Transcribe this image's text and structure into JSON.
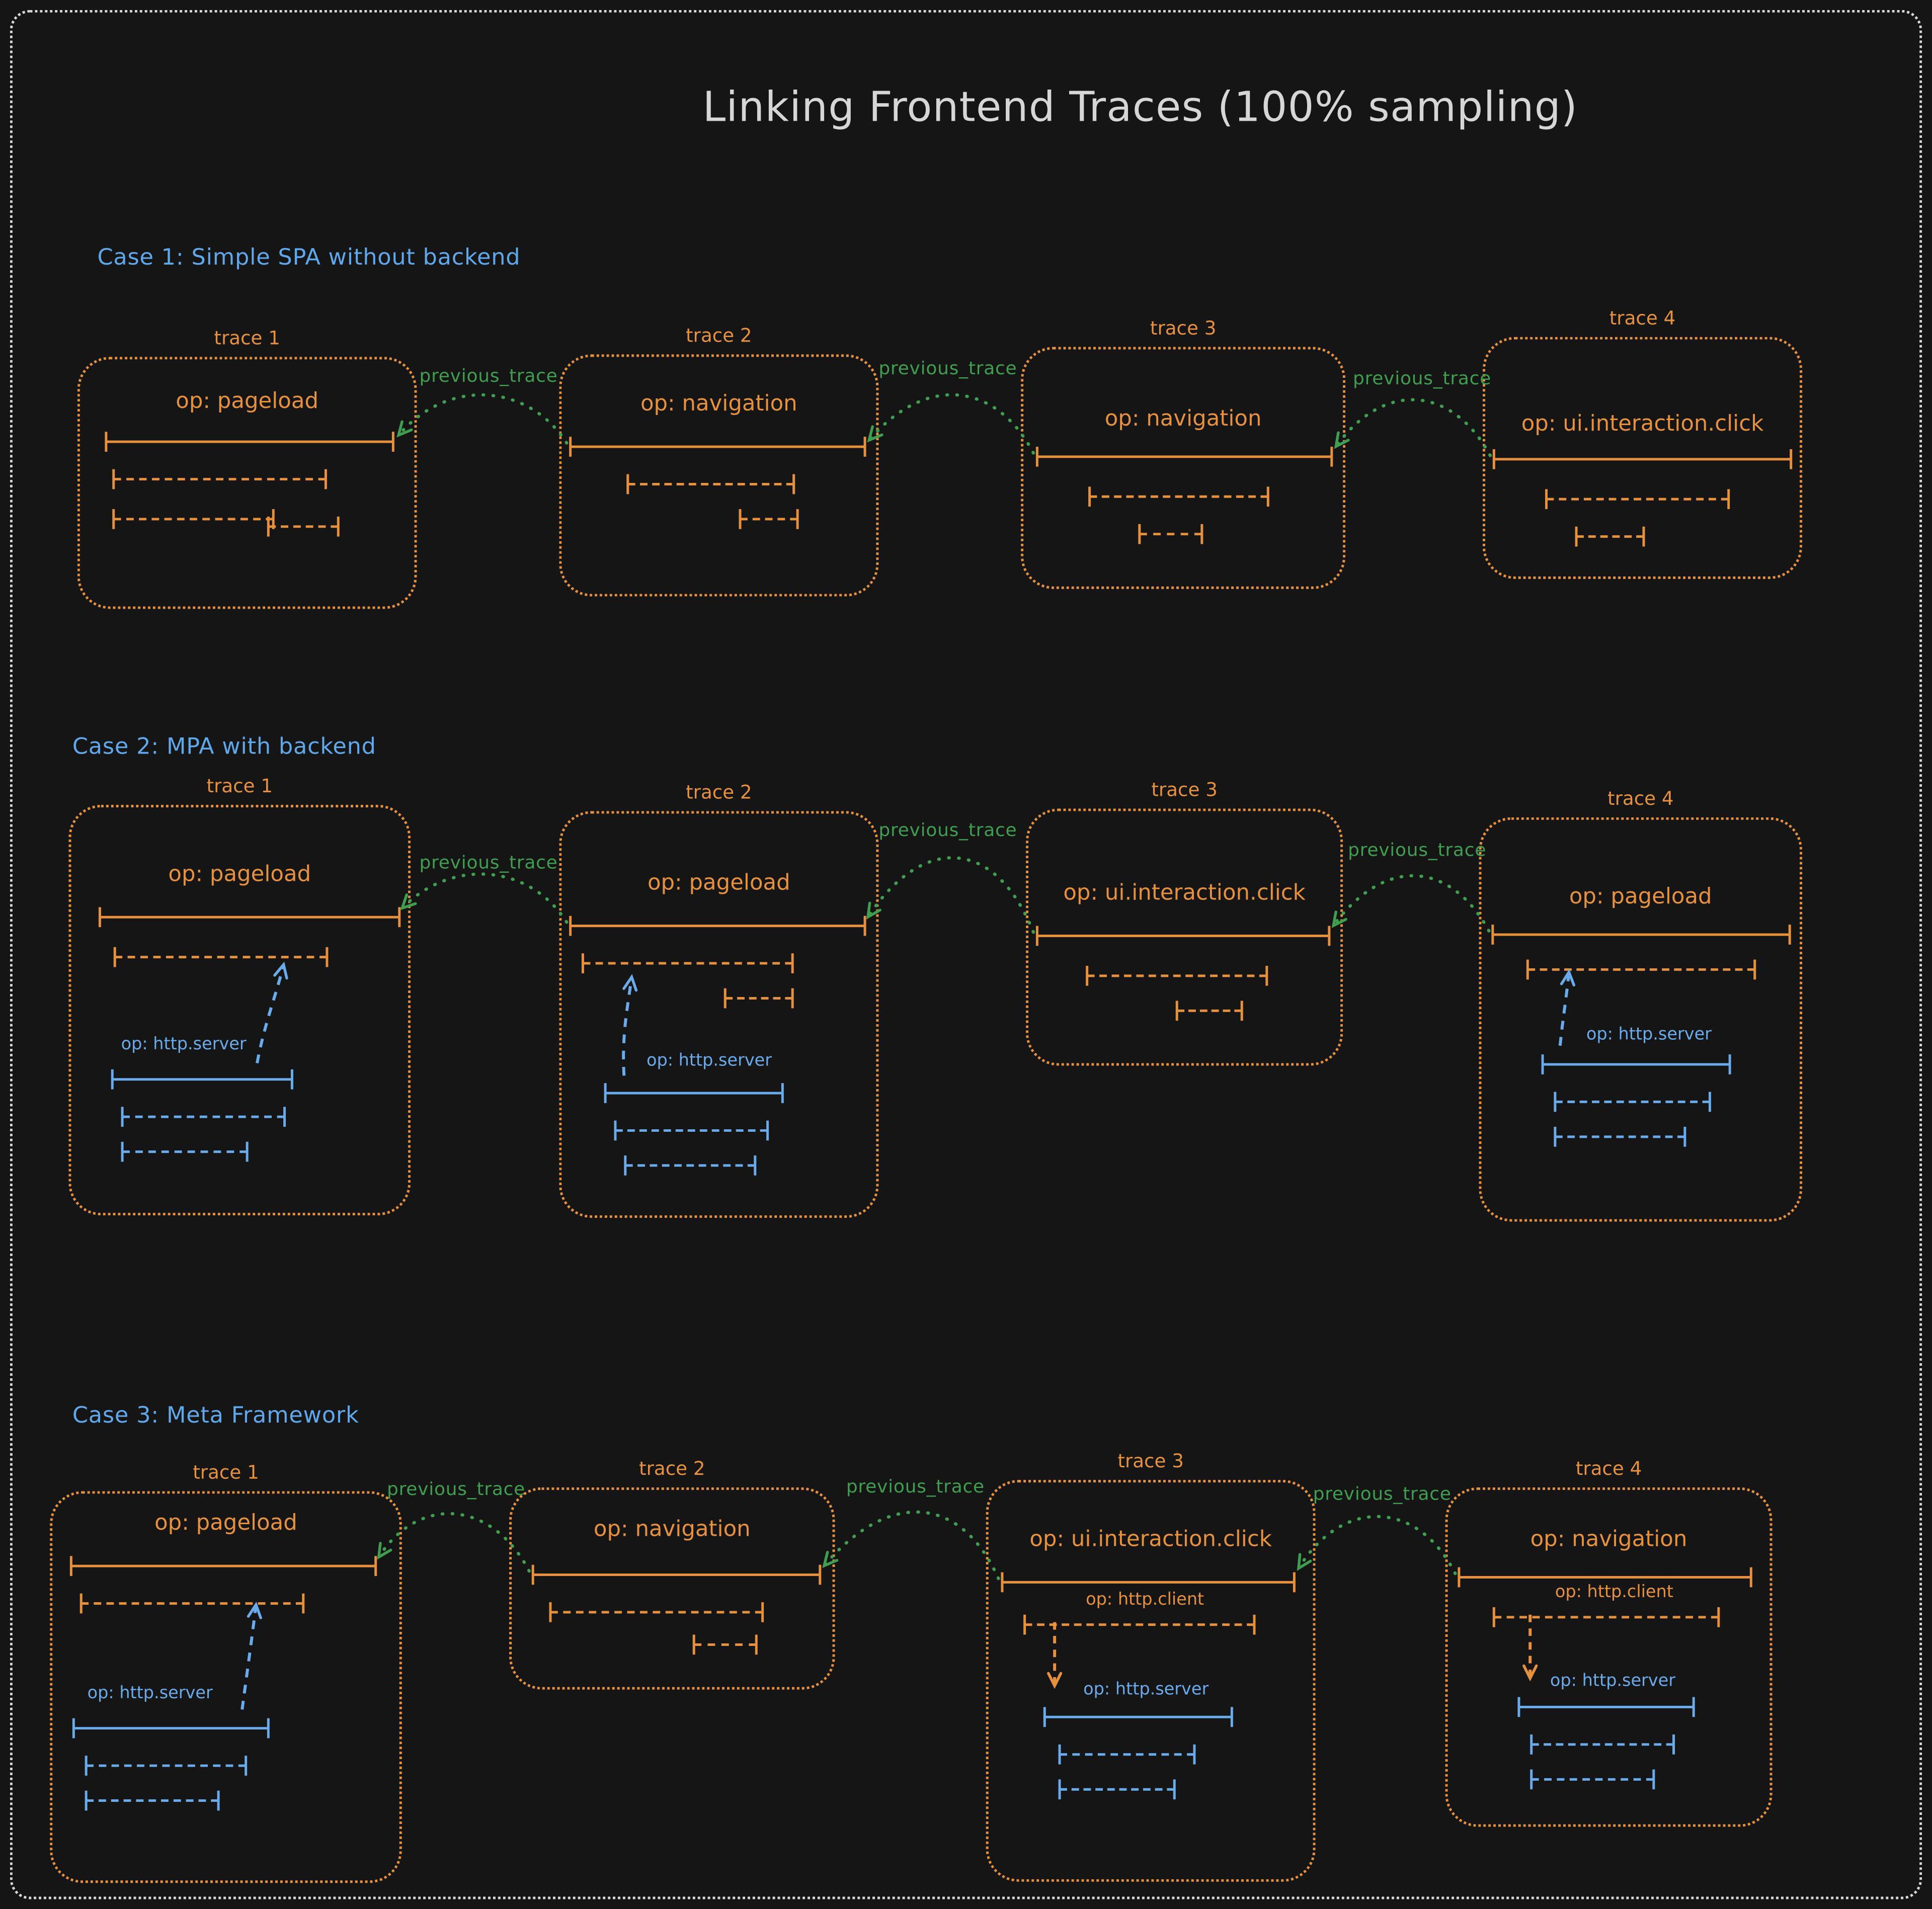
{
  "title": "Linking Frontend Traces (100% sampling)",
  "link_label": "previous_trace",
  "colors": {
    "background": "#151515",
    "frame_border": "#d9d9d9",
    "trace_orange": "#e8913d",
    "backend_blue": "#6aabec",
    "link_green": "#3f9e4f",
    "case_label_blue": "#5fa8ec",
    "title_gray": "#d6d6d6"
  },
  "cases": [
    {
      "label": "Case 1: Simple SPA without backend",
      "traces": [
        {
          "name": "trace 1",
          "op": "op: pageload"
        },
        {
          "name": "trace 2",
          "op": "op: navigation"
        },
        {
          "name": "trace 3",
          "op": "op: navigation"
        },
        {
          "name": "trace 4",
          "op": "op: ui.interaction.click"
        }
      ]
    },
    {
      "label": "Case 2: MPA with backend",
      "traces": [
        {
          "name": "trace 1",
          "op": "op: pageload",
          "backend_op": "op: http.server"
        },
        {
          "name": "trace 2",
          "op": "op: pageload",
          "backend_op": "op: http.server"
        },
        {
          "name": "trace 3",
          "op": "op: ui.interaction.click"
        },
        {
          "name": "trace 4",
          "op": "op: pageload",
          "backend_op": "op: http.server"
        }
      ]
    },
    {
      "label": "Case 3: Meta Framework",
      "traces": [
        {
          "name": "trace 1",
          "op": "op: pageload",
          "backend_op": "op: http.server"
        },
        {
          "name": "trace 2",
          "op": "op: navigation"
        },
        {
          "name": "trace 3",
          "op": "op: ui.interaction.click",
          "client_op": "op: http.client",
          "backend_op": "op: http.server"
        },
        {
          "name": "trace 4",
          "op": "op: navigation",
          "client_op": "op: http.client",
          "backend_op": "op: http.server"
        }
      ]
    }
  ]
}
